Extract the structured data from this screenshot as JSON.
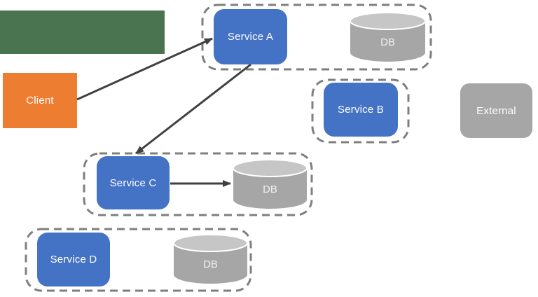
{
  "diagram": {
    "type": "architecture-diagram",
    "nodes": {
      "banner": {
        "label": ""
      },
      "client": {
        "label": "Client"
      },
      "service_a": {
        "label": "Service A"
      },
      "db_a": {
        "label": "DB"
      },
      "service_b": {
        "label": "Service B"
      },
      "external": {
        "label": "External"
      },
      "service_c": {
        "label": "Service C"
      },
      "db_c": {
        "label": "DB"
      },
      "service_d": {
        "label": "Service D"
      },
      "db_d": {
        "label": "DB"
      }
    },
    "groups": [
      {
        "contains": [
          "service_a",
          "db_a"
        ]
      },
      {
        "contains": [
          "service_b"
        ]
      },
      {
        "contains": [
          "service_c",
          "db_c"
        ]
      },
      {
        "contains": [
          "service_d",
          "db_d"
        ]
      }
    ],
    "edges": [
      {
        "from": "client",
        "to": "service_a"
      },
      {
        "from": "service_a",
        "to": "service_c"
      },
      {
        "from": "service_c",
        "to": "db_c"
      }
    ],
    "colors": {
      "service_blue": "#4472C4",
      "client_orange": "#ED7D31",
      "banner_green": "#4A7350",
      "neutral_gray": "#A6A6A6",
      "cylinder_top_gray": "#C6C6C6",
      "group_border_gray": "#7F7F7F",
      "arrow_dark_gray": "#404040"
    }
  }
}
